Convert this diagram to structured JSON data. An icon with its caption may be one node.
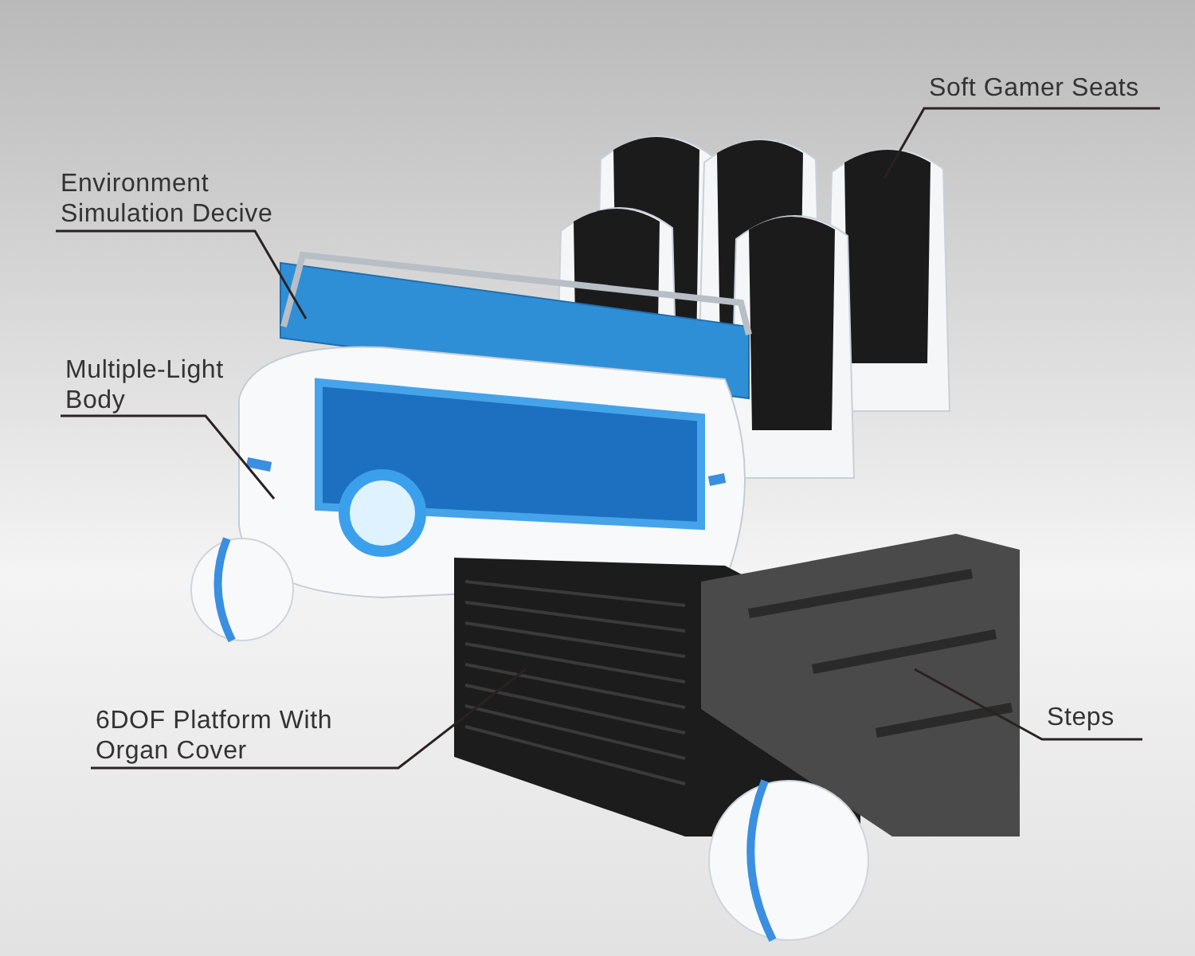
{
  "diagram": {
    "nodes": [
      {
        "text": [
          "Soft Gamer Seats"
        ]
      },
      {
        "text": [
          "Environment Simulation Decive"
        ]
      },
      {
        "text": [
          "Multiple-Light Body"
        ]
      },
      {
        "text": [
          "6DOF Platform With Organ Cover"
        ]
      },
      {
        "text": [
          "Steps"
        ]
      },
      {
        "text": [],
        "shape": "picture"
      },
      {
        "text": [],
        "shape": "picture"
      },
      {
        "text": [],
        "shape": "picture"
      },
      {
        "text": [],
        "shape": "picture"
      },
      {
        "text": [],
        "shape": "picture"
      }
    ],
    "edges": [
      {
        "from": 0,
        "to": 5,
        "arrow": "none"
      },
      {
        "from": 1,
        "to": 6,
        "arrow": "none"
      },
      {
        "from": 2,
        "to": 7,
        "arrow": "none"
      },
      {
        "from": 3,
        "to": 8,
        "arrow": "none"
      },
      {
        "from": 4,
        "to": 9,
        "arrow": "none"
      }
    ]
  }
}
